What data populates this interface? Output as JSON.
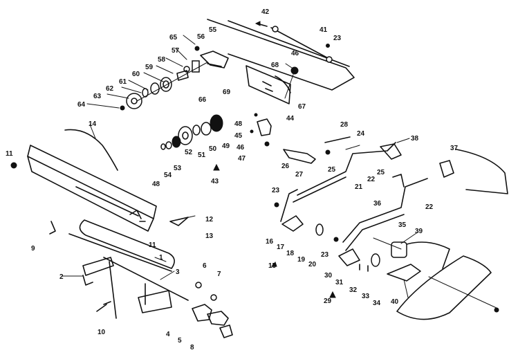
{
  "labels": [
    "42",
    "41",
    "23",
    "55",
    "56",
    "65",
    "57",
    "46",
    "58",
    "59",
    "68",
    "60",
    "61",
    "62",
    "63",
    "64",
    "69",
    "66",
    "67",
    "48",
    "44",
    "45",
    "46",
    "47",
    "49",
    "50",
    "51",
    "52",
    "53",
    "54",
    "48",
    "43",
    "14",
    "11",
    "28",
    "24",
    "38",
    "37",
    "26",
    "27",
    "25",
    "21",
    "22",
    "25",
    "23",
    "36",
    "22",
    "35",
    "39",
    "12",
    "13",
    "9",
    "11",
    "16",
    "17",
    "18",
    "19",
    "20",
    "15",
    "23",
    "1",
    "2",
    "3",
    "6",
    "7",
    "30",
    "31",
    "32",
    "33",
    "34",
    "29",
    "40",
    "10",
    "4",
    "5",
    "8"
  ]
}
